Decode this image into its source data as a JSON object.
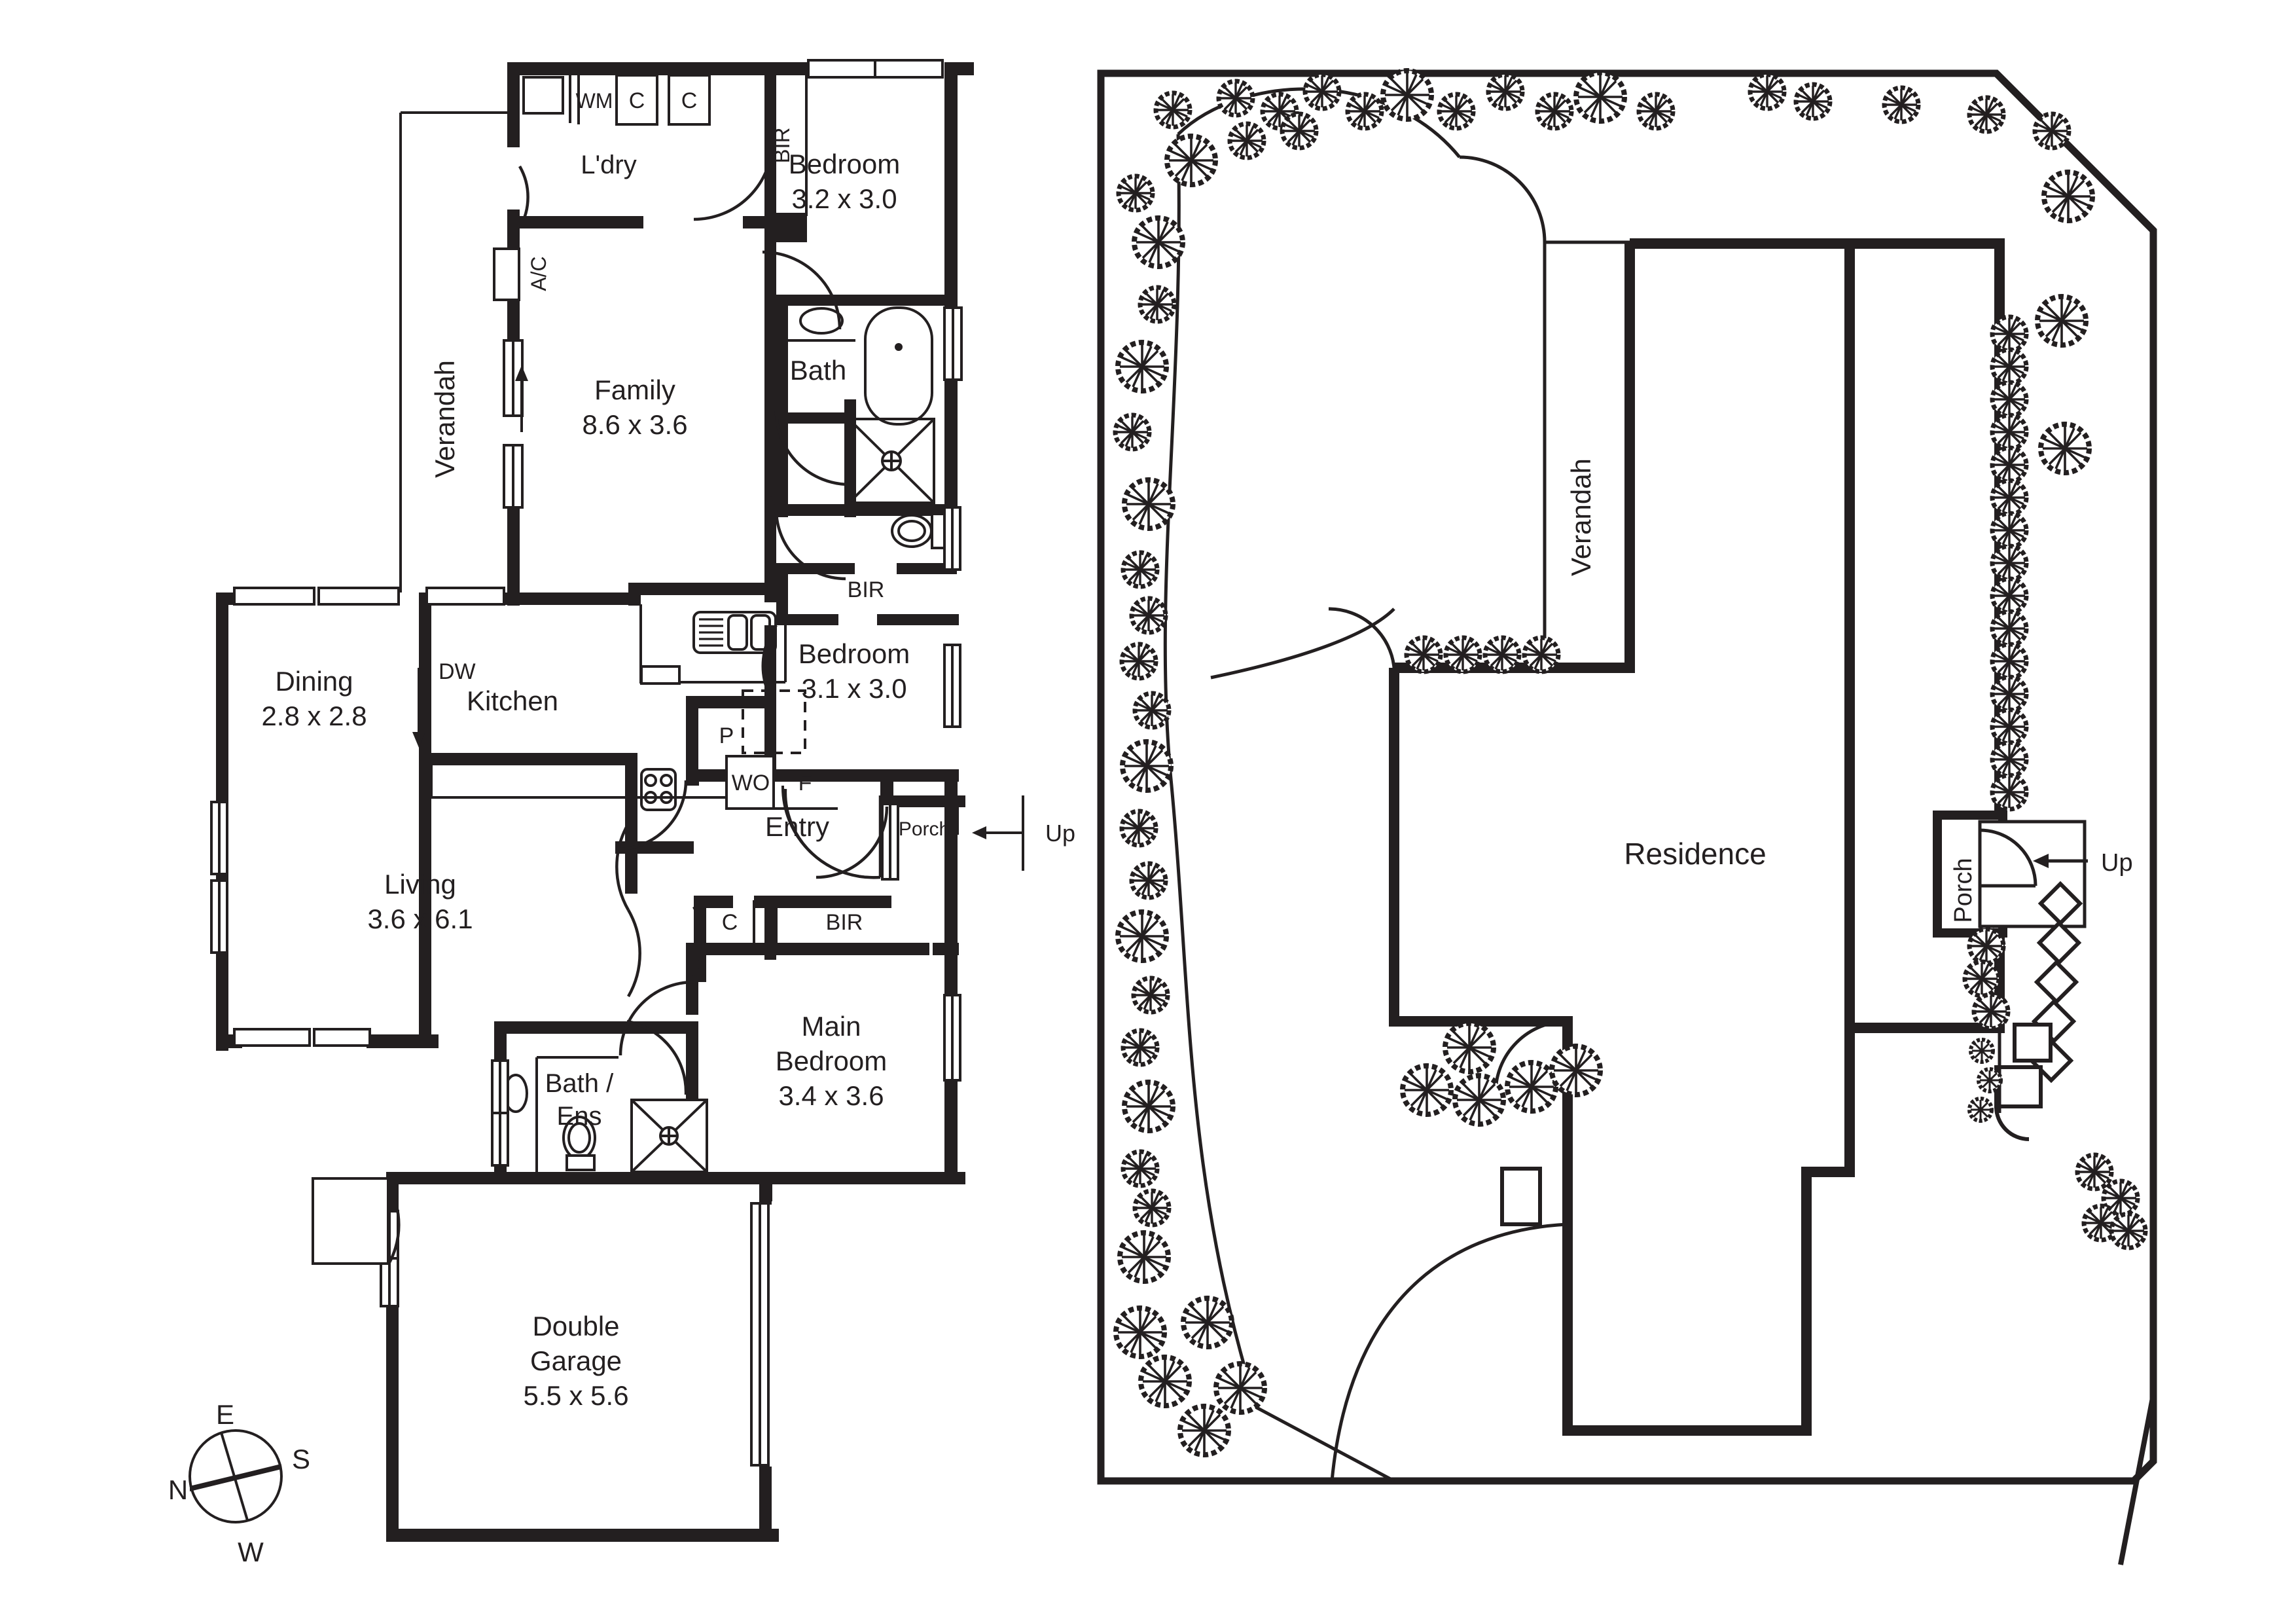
{
  "document": {
    "type": "real-estate-floorplan",
    "panels": [
      "floor-plan",
      "site-plan"
    ],
    "line_color": "#231f20",
    "background": "#ffffff"
  },
  "floor_plan": {
    "rooms": [
      {
        "id": "laundry",
        "name": "L'dry",
        "dims": ""
      },
      {
        "id": "bedroom2",
        "name": "Bedroom",
        "dims": "3.2 x 3.0"
      },
      {
        "id": "bath",
        "name": "Bath",
        "dims": ""
      },
      {
        "id": "family",
        "name": "Family",
        "dims": "8.6 x 3.6"
      },
      {
        "id": "bedroom3",
        "name": "Bedroom",
        "dims": "3.1 x 3.0"
      },
      {
        "id": "dining",
        "name": "Dining",
        "dims": "2.8 x 2.8"
      },
      {
        "id": "kitchen",
        "name": "Kitchen",
        "dims": ""
      },
      {
        "id": "living",
        "name": "Living",
        "dims": "3.6 x 6.1"
      },
      {
        "id": "entry",
        "name": "Entry",
        "dims": ""
      },
      {
        "id": "porch",
        "name": "Porch",
        "dims": ""
      },
      {
        "id": "main-bedroom",
        "name": "Main\nBedroom",
        "dims": "3.4 x 3.6"
      },
      {
        "id": "bath-ens",
        "name": "Bath /\nEns",
        "dims": ""
      },
      {
        "id": "garage",
        "name": "Double\nGarage",
        "dims": "5.5 x 5.6"
      },
      {
        "id": "verandah",
        "name": "Verandah",
        "dims": ""
      }
    ],
    "labels": {
      "laundry": "L'dry",
      "bedroom2_name": "Bedroom",
      "bedroom2_dims": "3.2 x 3.0",
      "bath": "Bath",
      "family_name": "Family",
      "family_dims": "8.6 x 3.6",
      "bedroom3_name": "Bedroom",
      "bedroom3_dims": "3.1 x 3.0",
      "dining_name": "Dining",
      "dining_dims": "2.8 x 2.8",
      "kitchen": "Kitchen",
      "living_name": "Living",
      "living_dims": "3.6 x 6.1",
      "entry": "Entry",
      "porch": "Porch",
      "main_bedroom_l1": "Main",
      "main_bedroom_l2": "Bedroom",
      "main_bedroom_dims": "3.4 x 3.6",
      "bath_ens_l1": "Bath /",
      "bath_ens_l2": "Ens",
      "garage_l1": "Double",
      "garage_l2": "Garage",
      "garage_dims": "5.5 x 5.6",
      "verandah": "Verandah",
      "up": "Up"
    },
    "fixtures": [
      {
        "id": "wm",
        "label": "WM",
        "note": "washing machine"
      },
      {
        "id": "c1",
        "label": "C",
        "note": "cupboard"
      },
      {
        "id": "c2",
        "label": "C",
        "note": "cupboard"
      },
      {
        "id": "bir1",
        "label": "BIR",
        "note": "built in robe - bedroom 2"
      },
      {
        "id": "ac",
        "label": "A/C",
        "note": "air conditioner"
      },
      {
        "id": "dw",
        "label": "DW",
        "note": "dishwasher"
      },
      {
        "id": "wo",
        "label": "WO",
        "note": "wall oven"
      },
      {
        "id": "f",
        "label": "F",
        "note": "fridge"
      },
      {
        "id": "p",
        "label": "P",
        "note": "pantry"
      },
      {
        "id": "bir2",
        "label": "BIR",
        "note": "built in robe - bedroom 3"
      },
      {
        "id": "bir3",
        "label": "BIR",
        "note": "built in robe - main bedroom"
      },
      {
        "id": "c3",
        "label": "C",
        "note": "cupboard - main bedroom"
      }
    ]
  },
  "site_plan": {
    "labels": {
      "residence": "Residence",
      "verandah": "Verandah",
      "porch": "Porch",
      "up": "Up"
    },
    "features": {
      "tree_count": 62,
      "stepping_stone_count": 5,
      "driveway": "curved front garden bed",
      "boundary": "splayed corner lot boundary"
    }
  },
  "compass": {
    "name": "compass-rose",
    "north": "N",
    "east": "E",
    "south": "S",
    "west": "W",
    "orientation_note": "E at top, S at right, W at bottom, N at left"
  }
}
